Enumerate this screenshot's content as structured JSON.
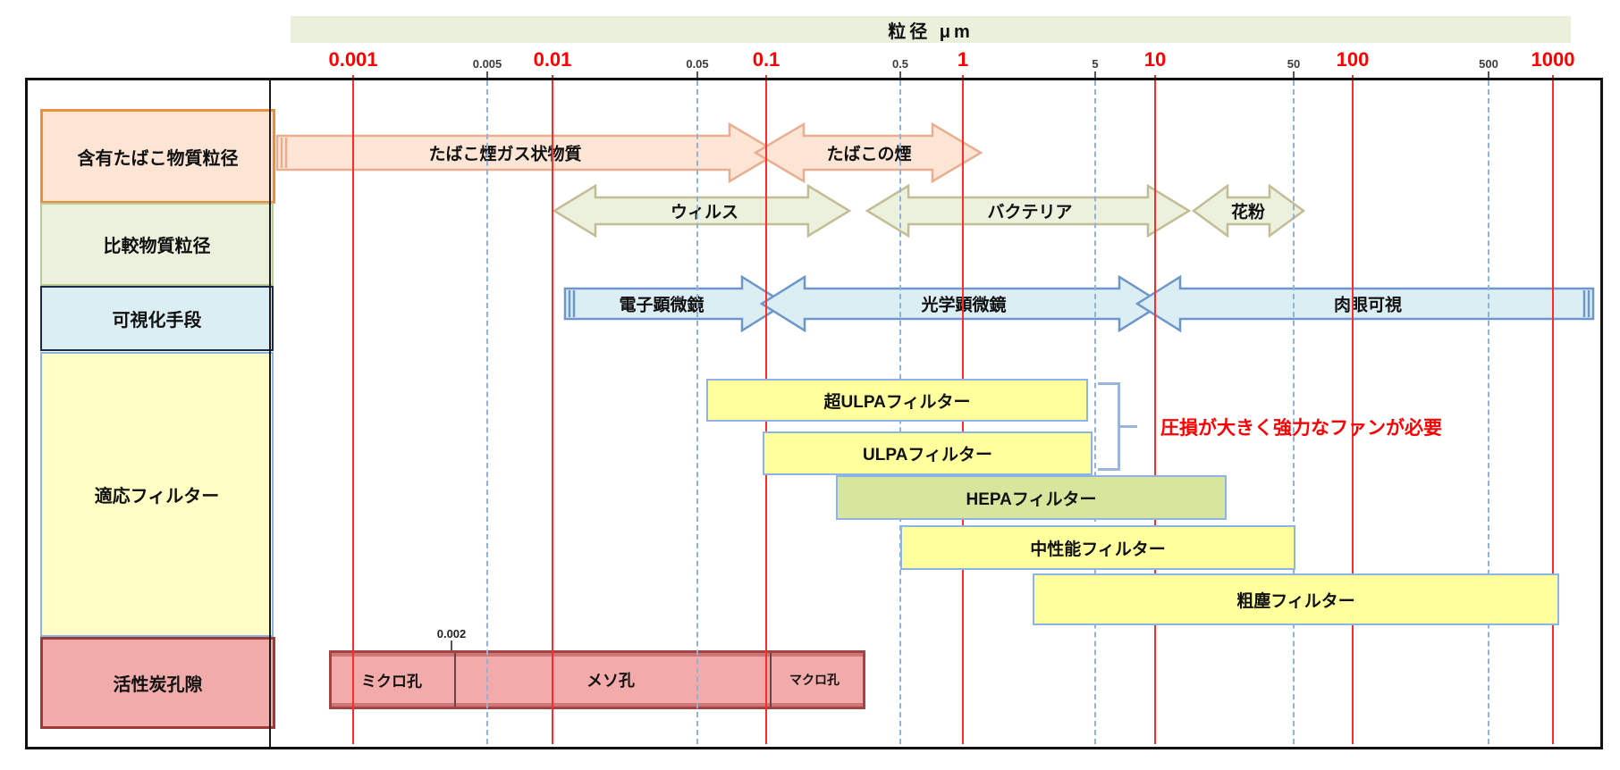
{
  "title": {
    "text": "粒径  μm"
  },
  "axis": {
    "unit": "μm",
    "scale": "log",
    "major_ticks": [
      "0.001",
      "0.01",
      "0.1",
      "1",
      "10",
      "100",
      "1000"
    ],
    "minor_ticks": [
      "0.005",
      "0.05",
      "0.5",
      "5",
      "50",
      "500"
    ]
  },
  "sidebar": {
    "rows": [
      {
        "label": "含有たばこ物質粒径"
      },
      {
        "label": "比較物質粒径"
      },
      {
        "label": "可視化手段"
      },
      {
        "label": "適応フィルター"
      },
      {
        "label": "活性炭孔隙"
      }
    ]
  },
  "rows": {
    "tobacco": {
      "arrows": [
        {
          "label": "たばこ煙ガス状物質"
        },
        {
          "label": "たばこの煙"
        }
      ]
    },
    "comparison": {
      "arrows": [
        {
          "label": "ウィルス"
        },
        {
          "label": "バクテリア"
        },
        {
          "label": "花粉"
        }
      ]
    },
    "visualization": {
      "arrows": [
        {
          "label": "電子顕微鏡"
        },
        {
          "label": "光学顕微鏡"
        },
        {
          "label": "肉眼可視"
        }
      ]
    },
    "filters": {
      "bars": [
        {
          "label": "超ULPAフィルター"
        },
        {
          "label": "ULPAフィルター"
        },
        {
          "label": "HEPAフィルター"
        },
        {
          "label": "中性能フィルター"
        },
        {
          "label": "粗塵フィルター"
        }
      ],
      "note": "圧損が大きく強力なファンが必要"
    },
    "carbon": {
      "segments": [
        {
          "label": "ミクロ孔"
        },
        {
          "label": "メソ孔"
        },
        {
          "label": "マクロ孔"
        }
      ],
      "divider_label": "0.002"
    }
  },
  "colors": {
    "major_tick": "#ff0000",
    "red_gridline": "#ff2a2a",
    "blue_gridline": "#8fb2d9",
    "tobacco_fill": "#fce5d5",
    "tobacco_stroke": "#e9ae90",
    "comparison_fill": "#ecf1de",
    "comparison_stroke": "#c3bd96",
    "visualization_fill": "#dbeef4",
    "visualization_stroke": "#6d96c9",
    "filter_bar_fill": "#ffff9e",
    "hepa_bar_fill": "#d8e59d",
    "bar_border": "#8db4e2",
    "carbon_fill": "#f2aaaa",
    "carbon_border": "#a14443",
    "note_color": "#ff0000"
  },
  "chart_data": {
    "type": "range_diagram",
    "title": "粒径 μm",
    "axis": {
      "scale": "log",
      "unit": "μm",
      "min": 0.001,
      "max": 1000,
      "major_ticks": [
        0.001,
        0.01,
        0.1,
        1,
        10,
        100,
        1000
      ],
      "minor_ticks": [
        0.005,
        0.05,
        0.5,
        5,
        50,
        500
      ]
    },
    "rows": [
      {
        "category": "含有たばこ物質粒径",
        "items": [
          {
            "label": "たばこ煙ガス状物質",
            "range_um": [
              0.0004,
              0.1
            ],
            "open_left": true,
            "shape": "arrow-right"
          },
          {
            "label": "たばこの煙",
            "range_um": [
              0.09,
              1.2
            ],
            "shape": "arrow-double"
          }
        ]
      },
      {
        "category": "比較物質粒径",
        "items": [
          {
            "label": "ウィルス",
            "range_um": [
              0.01,
              0.3
            ],
            "shape": "arrow-double"
          },
          {
            "label": "バクテリア",
            "range_um": [
              0.33,
              15
            ],
            "shape": "arrow-double"
          },
          {
            "label": "花粉",
            "range_um": [
              16,
              57
            ],
            "shape": "arrow-double"
          }
        ]
      },
      {
        "category": "可視化手段",
        "items": [
          {
            "label": "電子顕微鏡",
            "range_um": [
              0.01,
              0.12
            ],
            "open_left": true,
            "shape": "arrow-right"
          },
          {
            "label": "光学顕微鏡",
            "range_um": [
              0.1,
              10
            ],
            "shape": "arrow-double"
          },
          {
            "label": "肉眼可視",
            "range_um": [
              8,
              1000
            ],
            "open_right": true,
            "shape": "arrow-left"
          }
        ]
      },
      {
        "category": "適応フィルター",
        "note": "圧損が大きく強力なファンが必要",
        "items": [
          {
            "label": "超ULPAフィルター",
            "range_um": [
              0.05,
              4
            ],
            "shape": "bar"
          },
          {
            "label": "ULPAフィルター",
            "range_um": [
              0.1,
              4.3
            ],
            "shape": "bar"
          },
          {
            "label": "HEPAフィルター",
            "range_um": [
              0.3,
              20
            ],
            "shape": "bar"
          },
          {
            "label": "中性能フィルター",
            "range_um": [
              0.5,
              50
            ],
            "shape": "bar"
          },
          {
            "label": "粗塵フィルター",
            "range_um": [
              2.5,
              1000
            ],
            "shape": "bar"
          }
        ]
      },
      {
        "category": "活性炭孔隙",
        "items": [
          {
            "label": "ミクロ孔",
            "range_um": [
              0.0008,
              0.002
            ],
            "shape": "segment"
          },
          {
            "label": "メソ孔",
            "range_um": [
              0.002,
              0.1
            ],
            "shape": "segment"
          },
          {
            "label": "マクロ孔",
            "range_um": [
              0.1,
              0.3
            ],
            "shape": "segment"
          }
        ],
        "annotation": "0.002"
      }
    ]
  }
}
